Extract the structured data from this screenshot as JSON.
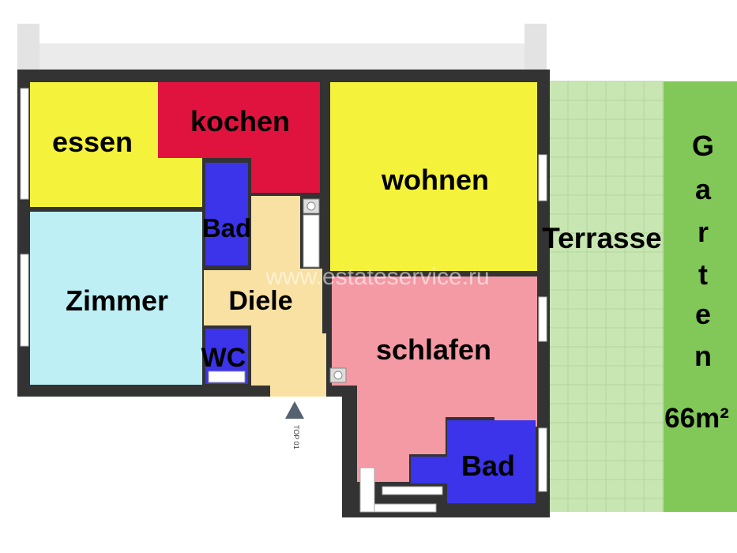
{
  "rooms": {
    "essen": "essen",
    "kochen": "kochen",
    "wohnen": "wohnen",
    "bad_top": "Bad",
    "zimmer": "Zimmer",
    "diele": "Diele",
    "wc": "WC",
    "schlafen": "schlafen",
    "bad_bottom": "Bad",
    "terrasse": "Terrasse"
  },
  "garten": {
    "letters": [
      "G",
      "a",
      "r",
      "t",
      "e",
      "n"
    ],
    "area": "66m²"
  },
  "entrance": {
    "label": "TOP 01"
  },
  "watermark": "www.estateservice.ru",
  "colors": {
    "essen": "#f4f23a",
    "kochen": "#e0133f",
    "wohnen": "#f4f23a",
    "bad": "#3b34ea",
    "zimmer": "#bdeff4",
    "diele": "#f8e1a2",
    "schlafen": "#f49aa4",
    "terrasse": "#c8e6b2",
    "garten": "#82c858",
    "wall": "#333333"
  }
}
